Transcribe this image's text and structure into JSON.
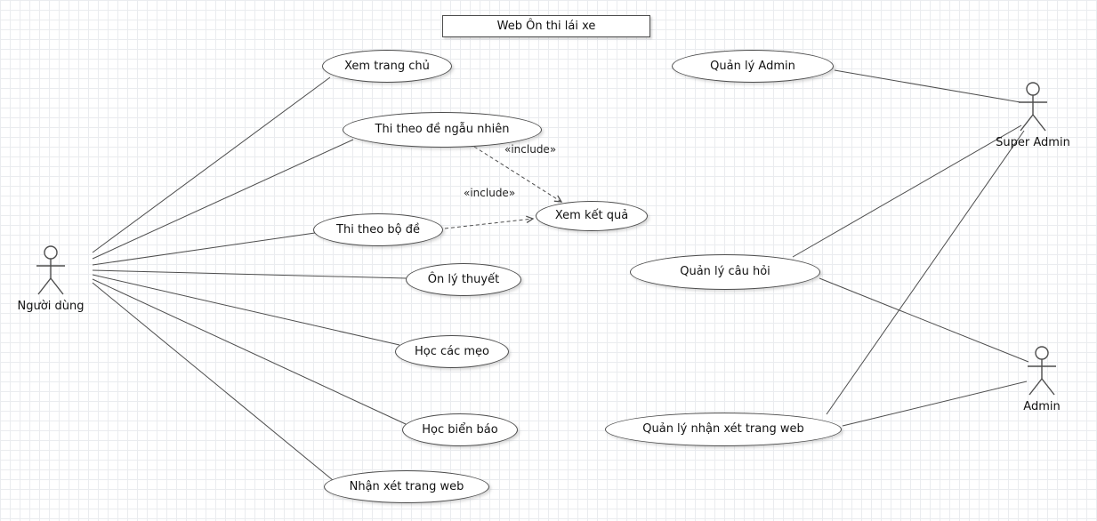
{
  "diagram": {
    "title": "Web Ôn thi lái xe",
    "actors": [
      {
        "id": "nguoi-dung",
        "name": "Người dùng"
      },
      {
        "id": "super-admin",
        "name": "Super Admin"
      },
      {
        "id": "admin",
        "name": "Admin"
      }
    ],
    "use_cases": [
      {
        "id": "xem-trang-chu",
        "label": "Xem trang chủ"
      },
      {
        "id": "thi-theo-de-ngau-nhien",
        "label": "Thi theo đề ngẫu nhiên"
      },
      {
        "id": "thi-theo-bo-de",
        "label": "Thi theo bộ đề"
      },
      {
        "id": "on-ly-thuyet",
        "label": "Ôn lý thuyết"
      },
      {
        "id": "hoc-cac-meo",
        "label": "Học các mẹo"
      },
      {
        "id": "hoc-bien-bao",
        "label": "Học biển báo"
      },
      {
        "id": "nhan-xet-trang-web",
        "label": "Nhận xét trang web"
      },
      {
        "id": "xem-ket-qua",
        "label": "Xem kết quả"
      },
      {
        "id": "quan-ly-admin",
        "label": "Quản lý Admin"
      },
      {
        "id": "quan-ly-cau-hoi",
        "label": "Quản lý câu hỏi"
      },
      {
        "id": "quan-ly-nhan-xet-trang-web",
        "label": "Quản lý nhận xét trang web"
      }
    ],
    "include_label": "«include»",
    "edges": [
      {
        "from": "Người dùng",
        "to": "Xem trang chủ",
        "type": "association"
      },
      {
        "from": "Người dùng",
        "to": "Thi theo đề ngẫu nhiên",
        "type": "association"
      },
      {
        "from": "Người dùng",
        "to": "Thi theo bộ đề",
        "type": "association"
      },
      {
        "from": "Người dùng",
        "to": "Ôn lý thuyết",
        "type": "association"
      },
      {
        "from": "Người dùng",
        "to": "Học các mẹo",
        "type": "association"
      },
      {
        "from": "Người dùng",
        "to": "Học biển báo",
        "type": "association"
      },
      {
        "from": "Người dùng",
        "to": "Nhận xét trang web",
        "type": "association"
      },
      {
        "from": "Thi theo đề ngẫu nhiên",
        "to": "Xem kết quả",
        "type": "include"
      },
      {
        "from": "Thi theo bộ đề",
        "to": "Xem kết quả",
        "type": "include"
      },
      {
        "from": "Quản lý Admin",
        "to": "Super Admin",
        "type": "association"
      },
      {
        "from": "Quản lý câu hỏi",
        "to": "Super Admin",
        "type": "association"
      },
      {
        "from": "Quản lý nhận xét trang web",
        "to": "Super Admin",
        "type": "association"
      },
      {
        "from": "Quản lý câu hỏi",
        "to": "Admin",
        "type": "association"
      },
      {
        "from": "Quản lý nhận xét trang web",
        "to": "Admin",
        "type": "association"
      }
    ],
    "colors": {
      "stroke": "#4d4d4d",
      "shape_fill": "#ffffff",
      "grid": "#eaecef"
    }
  }
}
